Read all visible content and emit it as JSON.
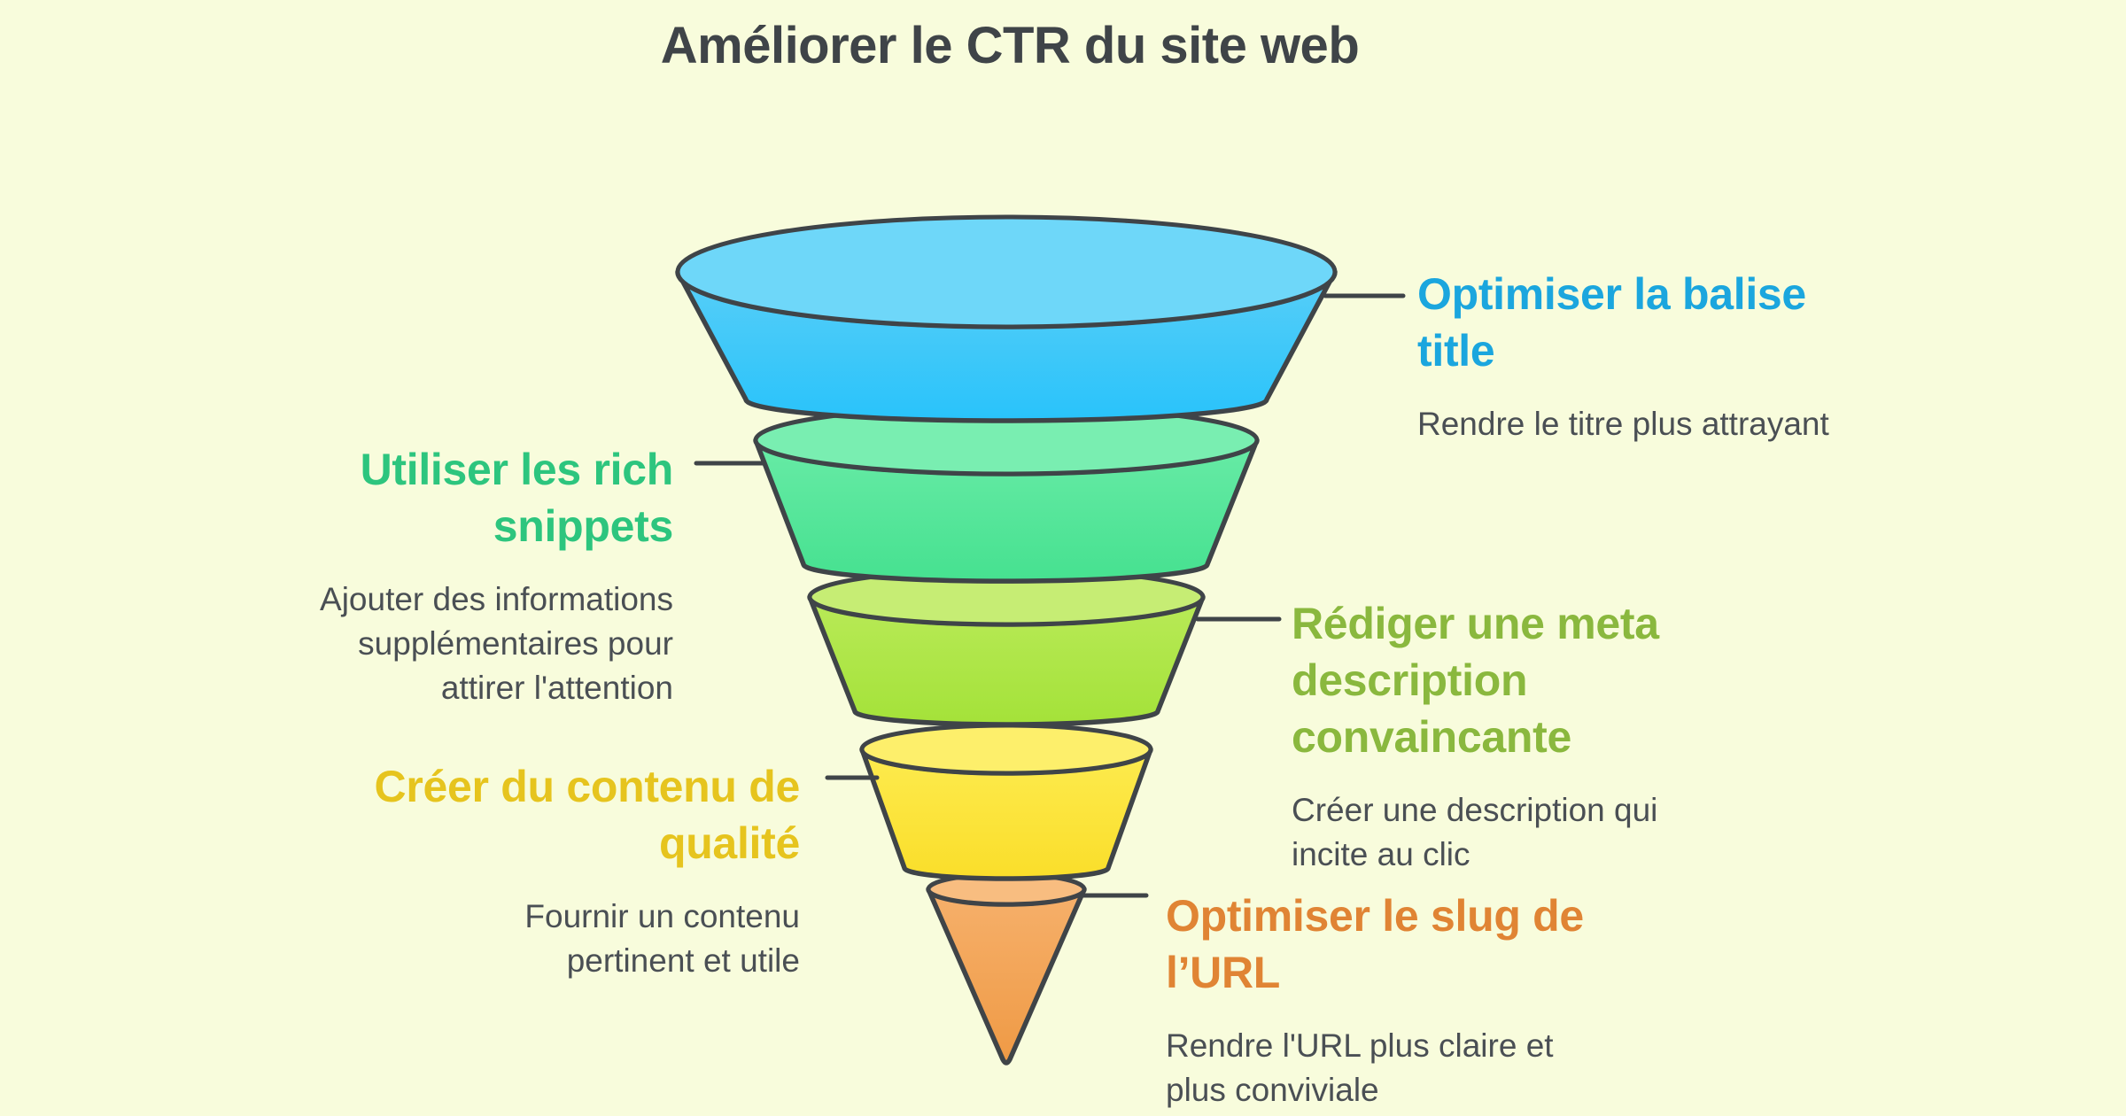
{
  "title": "Améliorer le CTR du site web",
  "colors": {
    "background": "#f8fcdc",
    "outline": "#3f4448",
    "title_text": "#3f4448",
    "description_text": "#4a4f54"
  },
  "funnel": {
    "type": "funnel",
    "segments": [
      {
        "heading": "Optimiser la balise\ntitle",
        "description": "Rendre le titre plus attrayant",
        "side": "right",
        "heading_color": "#1ba6de",
        "rim_color": "#6ed7f9",
        "body_top_color": "#58cef8",
        "body_bottom_color": "#29c3fa"
      },
      {
        "heading": "Utiliser les rich\nsnippets",
        "description": "Ajouter des informations\nsupplémentaires pour\nattirer l'attention",
        "side": "left",
        "heading_color": "#2dc57e",
        "rim_color": "#79eeb1",
        "body_top_color": "#68eba6",
        "body_bottom_color": "#46e190"
      },
      {
        "heading": "Rédiger une meta\ndescription\nconvaincante",
        "description": "Créer une description qui\nincite au clic",
        "side": "right",
        "heading_color": "#8ab83e",
        "rim_color": "#c6ed74",
        "body_top_color": "#b9ea58",
        "body_bottom_color": "#a4e239"
      },
      {
        "heading": "Créer du contenu de\nqualité",
        "description": "Fournir un contenu\npertinent et utile",
        "side": "left",
        "heading_color": "#e6c41e",
        "rim_color": "#fdef6b",
        "body_top_color": "#fdeb4f",
        "body_bottom_color": "#fade2a"
      },
      {
        "heading": "Optimiser le slug de\nl’URL",
        "description": "Rendre l'URL plus claire et\nplus conviviale",
        "side": "right",
        "heading_color": "#e08434",
        "rim_color": "#f8bd80",
        "body_top_color": "#f6b06b",
        "body_bottom_color": "#ef9a45"
      }
    ]
  }
}
